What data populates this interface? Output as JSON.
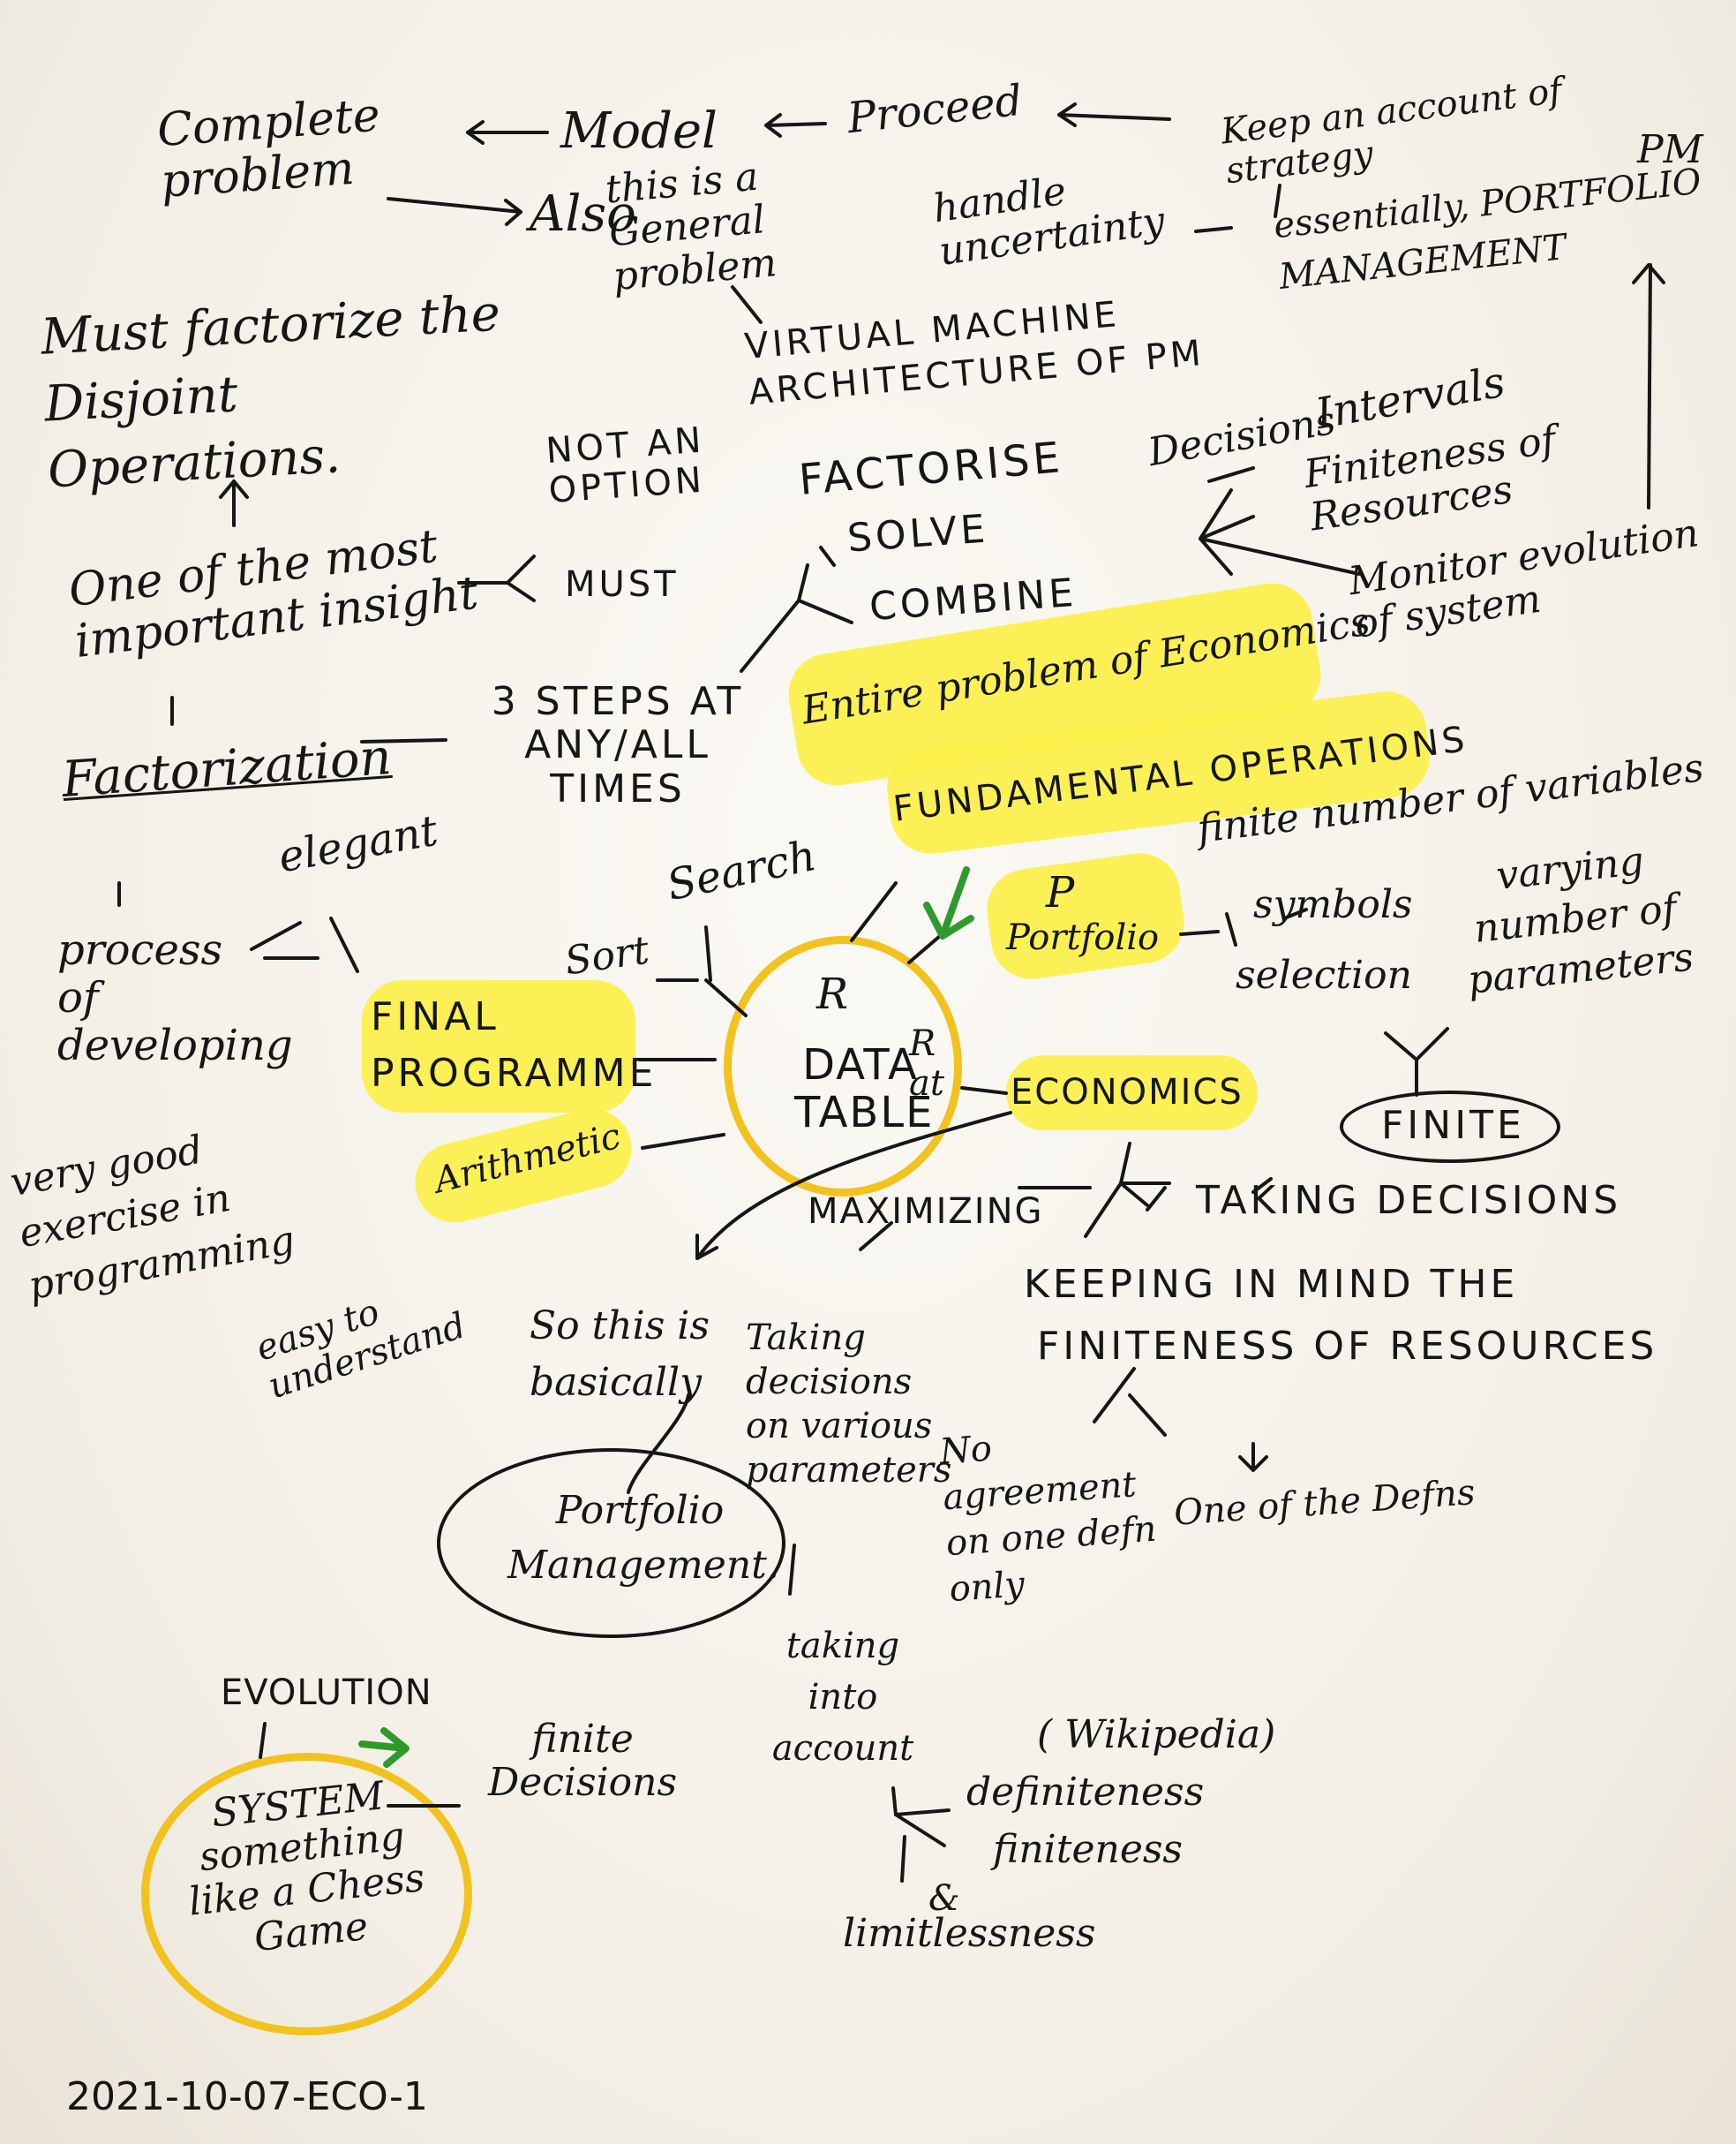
{
  "nodes": {
    "complete_problem": "Complete problem",
    "model": "Model",
    "proceed": "Proceed",
    "keep_account": "Keep an account of strategy",
    "also": "Also",
    "this_is_general": "this is a General problem",
    "handle_uncertainty": "handle uncertainty",
    "pm": "PM",
    "essentially_pm": "essentially, PORTFOLIO MANAGEMENT",
    "must_factorize": "Must factorize the Disjoint Operations.",
    "virtual_machine": "VIRTUAL MACHINE ARCHITECTURE OF PM",
    "not_an_option": "NOT AN OPTION",
    "must": "MUST",
    "factorise": "FACTORISE",
    "solve": "SOLVE",
    "combine": "COMBINE",
    "decisions": "Decisions",
    "intervals": "Intervals",
    "finiteness_resources": "Finiteness of Resources",
    "monitor_evolution": "Monitor evolution of system",
    "important_insight": "One of the most important insight",
    "entire_problem": "Entire problem of Economics",
    "three_steps": "3 STEPS AT ANY/ALL TIMES",
    "factorization": "Factorization",
    "fundamental_operations": "FUNDAMENTAL OPERATIONS",
    "elegant": "elegant",
    "search": "Search",
    "sort": "Sort",
    "p_letter": "P",
    "portfolio": "Portfolio",
    "finite_number_variables": "finite number of variables",
    "symbols": "symbols",
    "varying_parameters": "varying number of parameters",
    "selection": "selection",
    "process_developing": "process of developing",
    "final_programme": "FINAL PROGRAMME",
    "r_letter": "R",
    "data_table": "DATA TABLE",
    "r_at": "R at",
    "economics": "ECONOMICS",
    "finite": "FINITE",
    "arithmetic": "Arithmetic",
    "very_good_exercise": "very good exercise in programming",
    "easy_understand": "easy to understand",
    "maximizing": "MAXIMIZING",
    "taking_decisions_caps": "TAKING DECISIONS",
    "keeping_in_mind": "KEEPING IN MIND THE",
    "finiteness_of_resources_caps": "FINITENESS OF RESOURCES",
    "so_this_is": "So this is basically",
    "portfolio_management": "Portfolio Management.",
    "taking_decisions_params": "Taking decisions on various parameters",
    "no_agreement": "No agreement on one defn only",
    "one_of_defs": "One of the Defns",
    "evolution": "EVOLUTION",
    "system_chess": "SYSTEM something like a Chess Game",
    "finite_decisions": "finite Decisions",
    "taking_into_account": "taking into account",
    "wikipedia": "( Wikipedia)",
    "definiteness": "definiteness",
    "finiteness": "finiteness",
    "and_symbol": "&",
    "limitlessness": "limitlessness"
  },
  "footer": {
    "doc_id": "2021-10-07-ECO-1"
  },
  "colors": {
    "highlight": "#fbf04a",
    "ring": "#f2c21e",
    "arrow_green": "#2e9a2e",
    "ink": "#161616",
    "paper": "#f7f4ee"
  }
}
